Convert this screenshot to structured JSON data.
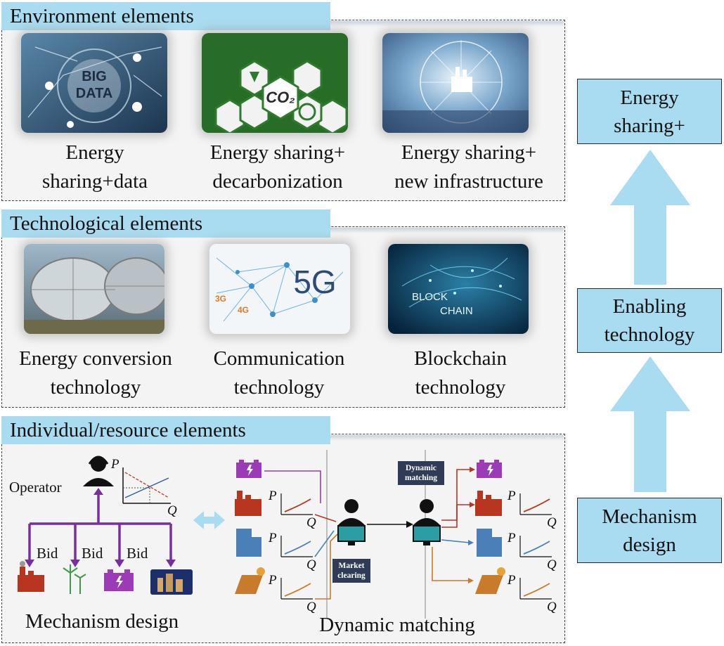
{
  "environment": {
    "title": "Environment elements",
    "items": [
      {
        "caption_line1": "Energy",
        "caption_line2": "sharing+data",
        "image_text": [
          "BIG",
          "DATA"
        ]
      },
      {
        "caption_line1": "Energy sharing+",
        "caption_line2": "decarbonization",
        "image_text": [
          "CO₂"
        ]
      },
      {
        "caption_line1": "Energy sharing+",
        "caption_line2": "new infrastructure"
      }
    ]
  },
  "technological": {
    "title": "Technological elements",
    "items": [
      {
        "caption_line1": "Energy conversion",
        "caption_line2": "technology"
      },
      {
        "caption_line1": "Communication",
        "caption_line2": "technology",
        "image_text": [
          "5G",
          "3G",
          "4G"
        ]
      },
      {
        "caption_line1": "Blockchain",
        "caption_line2": "technology",
        "image_text": [
          "BLOCK",
          "CHAIN"
        ]
      }
    ]
  },
  "individual": {
    "title": "Individual/resource elements",
    "operator_label": "Operator",
    "bid_labels": [
      "Bid",
      "Bid",
      "Bid"
    ],
    "axis_p": "P",
    "axis_q": "Q",
    "mechanism_caption": "Mechanism design",
    "matching_caption": "Dynamic matching",
    "market_clearing": [
      "Market",
      "clearing"
    ],
    "dynamic_matching_tag": [
      "Dynamic",
      "matching"
    ]
  },
  "hierarchy": {
    "top": [
      "Energy",
      "sharing+"
    ],
    "middle": [
      "Enabling",
      "technology"
    ],
    "bottom": [
      "Mechanism",
      "design"
    ]
  },
  "colors": {
    "header_fill": "#a9dcf0",
    "arrow_fill": "#a9dcf0",
    "bid_arrow": "#7a2fa0",
    "battery": "#9b3bb5",
    "factory": "#b8361f",
    "building": "#4a7fb8",
    "solar": "#c87b2a"
  }
}
